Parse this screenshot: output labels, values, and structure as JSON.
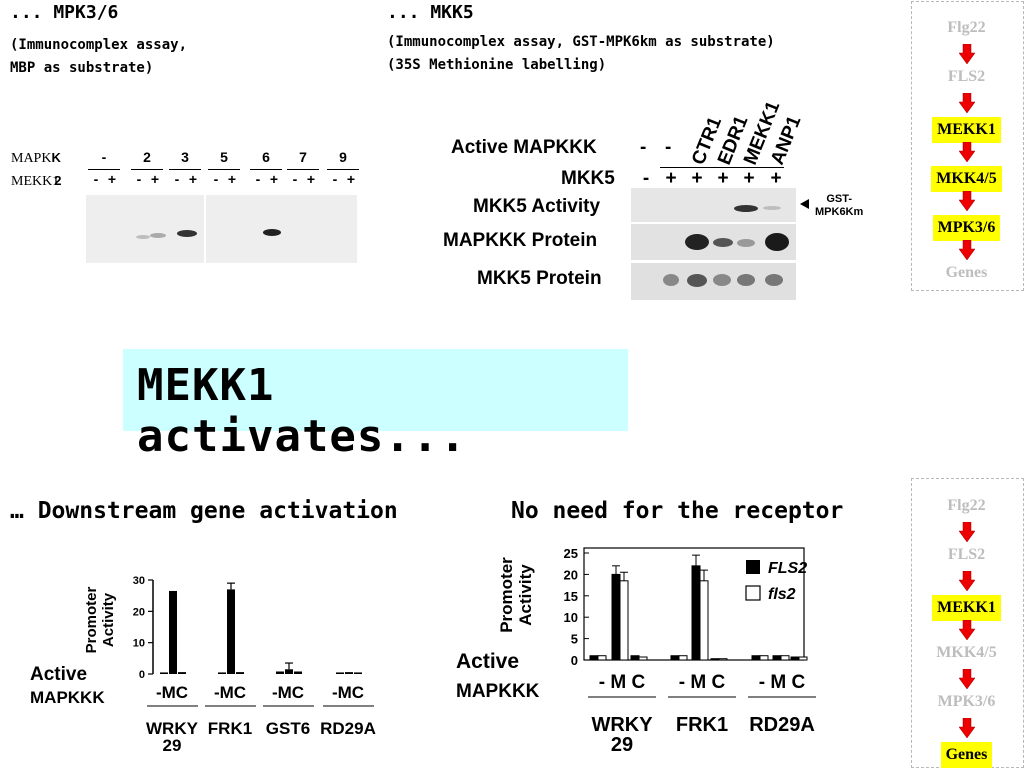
{
  "mpk": {
    "heading": "... MPK3/6",
    "desc_line1": "(Immunocomplex assay,",
    "desc_line2": "MBP as substrate)",
    "row_label_1": "MAPK",
    "row_label_1_suffix": "K",
    "row_label_2": "MEKK1",
    "row_label_2_suffix": "2",
    "lanes": [
      "-",
      "2",
      "3",
      "5",
      "6",
      "7",
      "9"
    ],
    "signs": [
      "-",
      "+",
      "-",
      "+",
      "-",
      "+",
      "-",
      "+",
      "-",
      "+",
      "-",
      "+",
      "-",
      "+"
    ]
  },
  "mkk": {
    "heading": "... MKK5",
    "desc_line1": "(Immunocomplex assay, GST-MPK6km as substrate)",
    "desc_line2": "(35S Methionine labelling)",
    "col_headers": [
      "-",
      "-",
      "CTR1",
      "EDR1",
      "MEKK1",
      "ANP1"
    ],
    "row_active": "Active MAPKKK",
    "row_mkk5": "MKK5",
    "mkk5_signs": [
      "-",
      "+",
      "+",
      "+",
      "+",
      "+"
    ],
    "row_activity": "MKK5 Activity",
    "row_protein": "MAPKKK Protein",
    "row_mkk5_protein": "MKK5 Protein",
    "substrate_label_1": "GST-",
    "substrate_label_2": "MPK6Km"
  },
  "title": "MEKK1 activates...",
  "pathway_top": {
    "items": [
      "Flg22",
      "FLS2",
      "MEKK1",
      "MKK4/5",
      "MPK3/6",
      "Genes"
    ],
    "highlighted": [
      false,
      false,
      true,
      true,
      true,
      false
    ]
  },
  "pathway_bottom": {
    "items": [
      "Flg22",
      "FLS2",
      "MEKK1",
      "MKK4/5",
      "MPK3/6",
      "Genes"
    ],
    "highlighted": [
      false,
      false,
      true,
      false,
      false,
      true
    ]
  },
  "chart_data": [
    {
      "type": "bar",
      "title": "… Downstream gene activation",
      "ylabel": "Promoter Activity",
      "ylim": [
        0,
        30
      ],
      "yticks": [
        0,
        10,
        20,
        30
      ],
      "categories": [
        "WRKY 29",
        "FRK1",
        "GST6",
        "RD29A"
      ],
      "row_label_1": "Active",
      "row_label_2": "MAPKKK",
      "group_label": "-MC",
      "series": [
        {
          "name": "-",
          "values": [
            0.5,
            0.5,
            0.8,
            0.5
          ]
        },
        {
          "name": "M",
          "values": [
            26.5,
            27,
            1.5,
            0.6
          ]
        },
        {
          "name": "C",
          "values": [
            0.6,
            0.6,
            0.8,
            0.5
          ]
        }
      ],
      "errors": [
        0,
        2,
        2,
        0
      ]
    },
    {
      "type": "bar",
      "title": "No need for the receptor",
      "ylabel": "Promoter Activity",
      "ylim": [
        0,
        25
      ],
      "yticks": [
        0,
        5,
        10,
        15,
        20,
        25
      ],
      "categories": [
        "WRKY 29",
        "FRK1",
        "RD29A"
      ],
      "row_label_1": "Active",
      "row_label_2": "MAPKKK",
      "group_label": "- M C",
      "legend": [
        "FLS2",
        "fls2"
      ],
      "series": [
        {
          "name": "FLS2",
          "values": [
            1,
            20,
            1,
            1,
            22,
            0.3,
            1,
            1,
            0.7
          ]
        },
        {
          "name": "fls2",
          "values": [
            1,
            18.5,
            0.7,
            1,
            18.5,
            0.3,
            1,
            1,
            0.7
          ]
        }
      ]
    }
  ]
}
